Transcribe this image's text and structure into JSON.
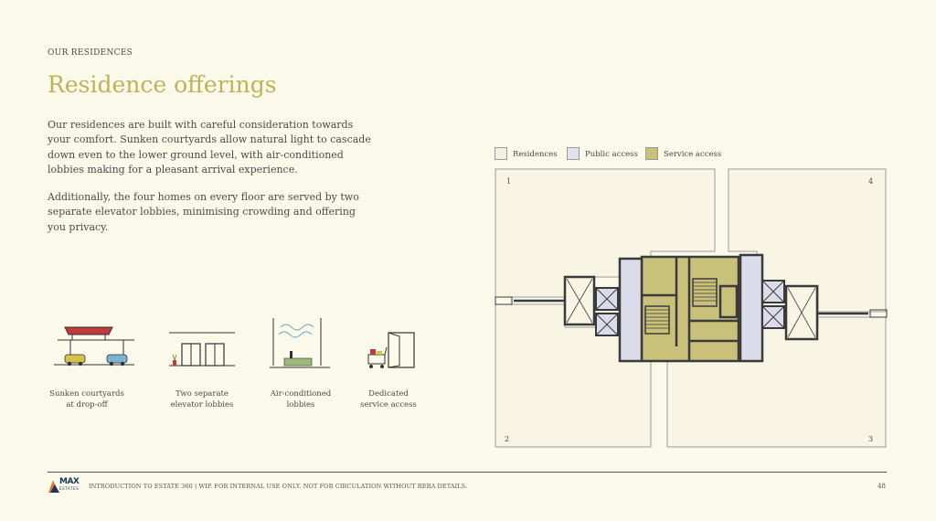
{
  "header": {
    "eyebrow": "OUR RESIDENCES",
    "title": "Residence offerings"
  },
  "body": {
    "paragraph_1": "Our residences are built with careful consideration towards your comfort. Sunken courtyards allow natural light to cascade down even to the lower ground level, with air-conditioned lobbies making for a pleasant arrival experience.",
    "paragraph_2": "Additionally, the four homes on every floor are served by two separate elevator lobbies, minimising crowding and offering you privacy."
  },
  "features": [
    {
      "icon": "sunken-courtyard-icon",
      "label_line_1": "Sunken courtyards",
      "label_line_2": "at drop-off"
    },
    {
      "icon": "elevator-lobbies-icon",
      "label_line_1": "Two separate",
      "label_line_2": "elevator lobbies"
    },
    {
      "icon": "air-conditioned-lobby-icon",
      "label_line_1": "Air-conditioned",
      "label_line_2": "lobbies"
    },
    {
      "icon": "service-access-icon",
      "label_line_1": "Dedicated",
      "label_line_2": "service access"
    }
  ],
  "legend": [
    {
      "label": "Residences",
      "color": "#f3f0e2"
    },
    {
      "label": "Public access",
      "color": "#e3e1ee"
    },
    {
      "label": "Service access",
      "color": "#c9c07a"
    }
  ],
  "floor_plan": {
    "units": [
      "1",
      "4",
      "2",
      "3"
    ],
    "colors": {
      "residence_fill": "#f3f0e2",
      "public_fill": "#dcdbe9",
      "service_fill": "#c9c07a",
      "wall": "#3a3a3a",
      "outline": "#9a9a9a"
    }
  },
  "footer": {
    "logo_text": "MAX",
    "logo_sub": "ESTATES",
    "text": "INTRODUCTION TO ESTATE 360 | WIP. FOR INTERNAL USE ONLY. NOT FOR CIRCULATION WITHOUT RERA DETAILS.",
    "page_number": "48"
  },
  "colors": {
    "background": "#fbf9e9",
    "accent": "#c0b25a",
    "brand_navy": "#1c3563",
    "brand_orange": "#e07a2c"
  }
}
